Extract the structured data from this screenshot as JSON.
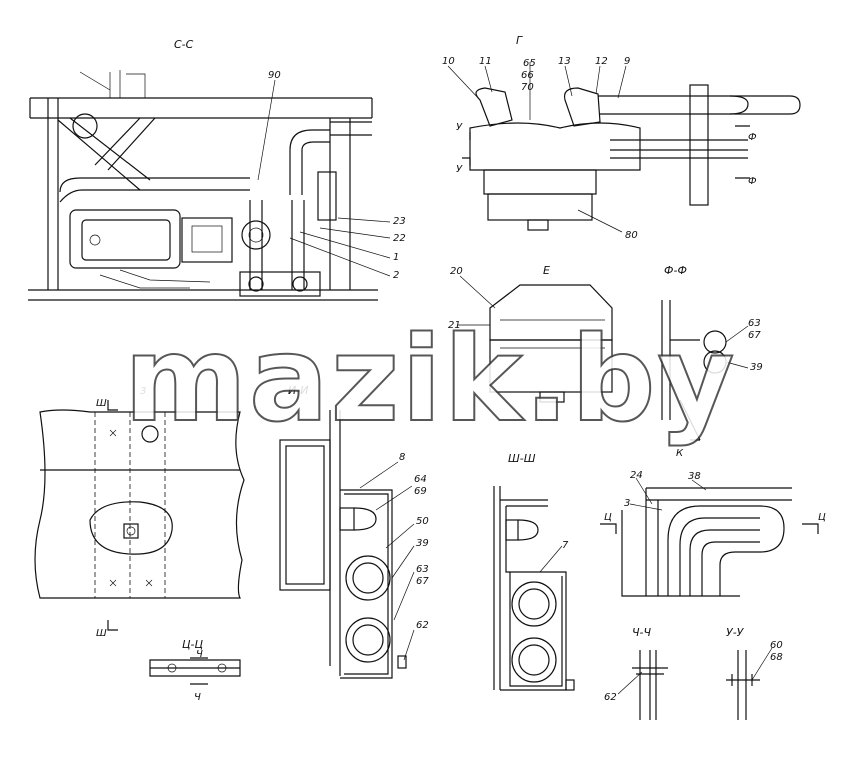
{
  "sections": {
    "cc": "С-С",
    "g": "Г",
    "e": "Е",
    "ff": "Ф-Ф",
    "ii": "И-И",
    "shsh": "Ш-Ш",
    "tsts": "Ц-Ц",
    "chch": "Ч-Ч",
    "uu": "У-У"
  },
  "callouts": {
    "p90a": "90",
    "p23": "23",
    "p22": "22",
    "p1": "1",
    "p2": "2",
    "p10": "10",
    "p11": "11",
    "p65": "65",
    "p66": "66",
    "p70": "70",
    "p13": "13",
    "p12": "12",
    "p9": "9",
    "p80": "80",
    "p20": "20",
    "p21": "21",
    "p63a": "63",
    "p67a": "67",
    "p39a": "39",
    "p3a": "3",
    "p8": "8",
    "p64": "64",
    "p69": "69",
    "p50": "50",
    "p39b": "39",
    "p63b": "63",
    "p67b": "67",
    "p62a": "62",
    "p7": "7",
    "p24": "24",
    "p38": "38",
    "p3b": "3",
    "p62b": "62",
    "p60": "60",
    "p68": "68"
  },
  "cut_marks": {
    "u1": "У",
    "u2": "У",
    "f1": "Ф",
    "f2": "Ф",
    "sh1": "Ш",
    "sh2": "Ш",
    "ts1": "Ц",
    "ts2": "Ц",
    "ch1": "Ч",
    "ch2": "Ч",
    "k": "К"
  },
  "watermark": "mazik.by"
}
